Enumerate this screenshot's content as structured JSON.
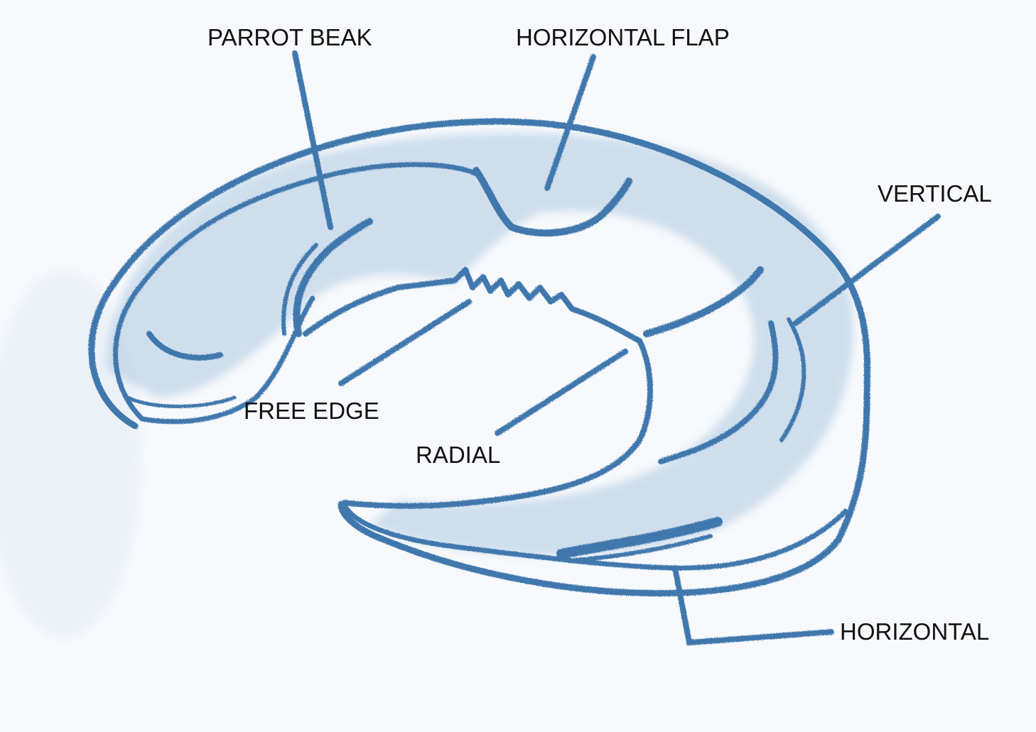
{
  "labels": {
    "parrot_beak": "PARROT BEAK",
    "horizontal_flap": "HORIZONTAL FLAP",
    "vertical": "VERTICAL",
    "free_edge": "FREE EDGE",
    "radial": "RADIAL",
    "horizontal": "HORIZONTAL"
  },
  "colors": {
    "ink": "#3f78ad",
    "ink_light": "#8fb2d4",
    "text": "#111111",
    "paper": "#f7f9fc"
  }
}
